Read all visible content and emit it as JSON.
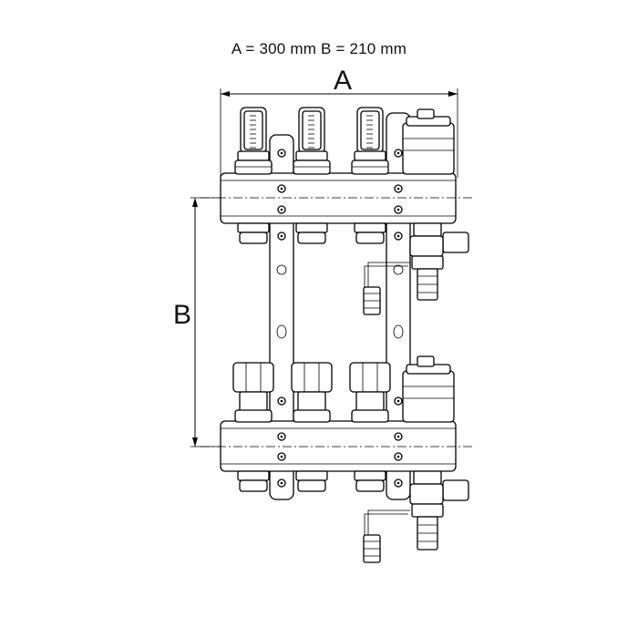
{
  "caption": "A = 300 mm B = 210 mm",
  "dimensions": {
    "a_label": "A",
    "b_label": "B"
  },
  "components": {
    "icons": [
      "flow-meter-icon",
      "valve-union-icon",
      "air-vent-icon",
      "drain-valve-icon",
      "bracket-icon"
    ]
  },
  "colors": {
    "line": "#000000",
    "background": "#ffffff"
  }
}
